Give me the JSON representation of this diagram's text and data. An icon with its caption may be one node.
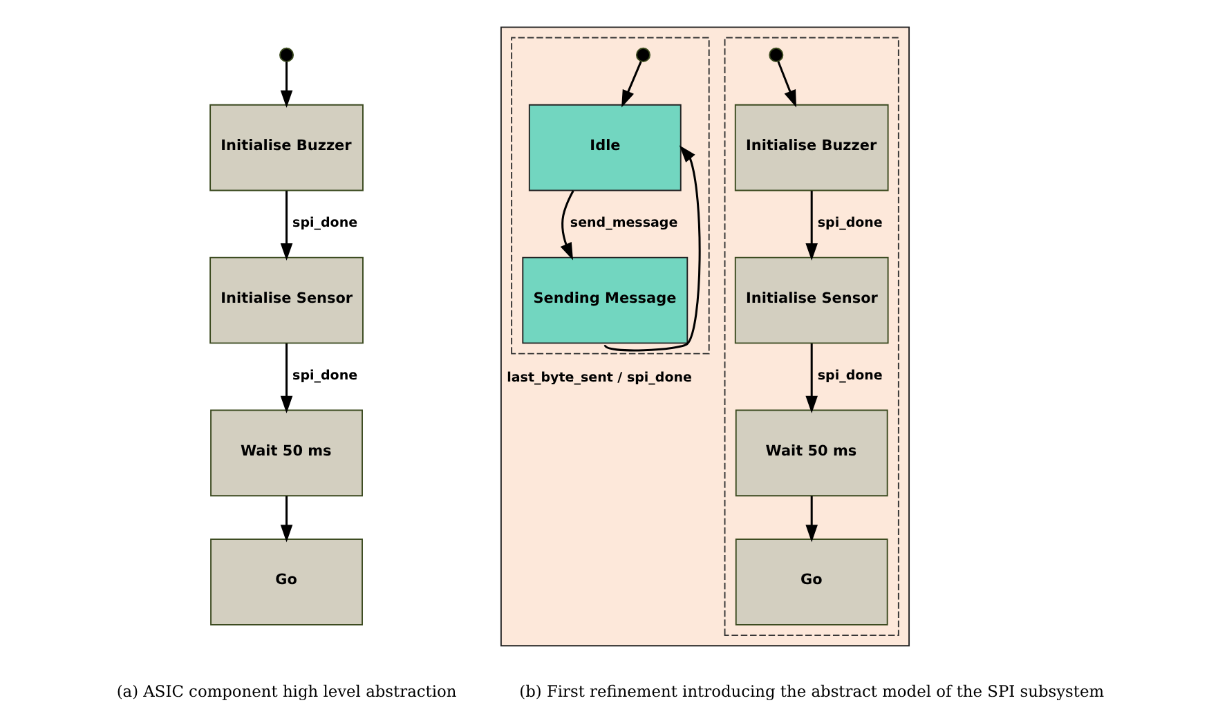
{
  "diagram": {
    "nodes": [
      {
        "text": [],
        "shape": "circle"
      },
      {
        "text": [
          "Initialise Buzzer"
        ]
      },
      {
        "text": [
          "Initialise Sensor"
        ]
      },
      {
        "text": [
          "Wait 50 ms"
        ]
      },
      {
        "text": [
          "Go"
        ]
      },
      {
        "text": [],
        "shape": "box"
      },
      {
        "text": [],
        "shape": "box",
        "in": 5
      },
      {
        "text": [],
        "shape": "box",
        "in": 5
      },
      {
        "text": [],
        "shape": "circle",
        "in": 6
      },
      {
        "text": [
          "Initialise Buzzer"
        ],
        "in": 6
      },
      {
        "text": [
          "Initialise Sensor"
        ],
        "in": 6
      },
      {
        "text": [
          "Wait 50 ms"
        ],
        "in": 6
      },
      {
        "text": [
          "Go"
        ],
        "in": 6
      },
      {
        "text": [],
        "shape": "circle",
        "in": 7
      },
      {
        "text": [
          "Idle"
        ],
        "in": 7
      },
      {
        "text": [
          "Sending Message"
        ],
        "in": 7
      }
    ],
    "edges": [
      {
        "from": 0,
        "to": 1,
        "arrow": "to"
      },
      {
        "from": 1,
        "to": 2,
        "arrow": "to",
        "label": "spi_done"
      },
      {
        "from": 2,
        "to": 3,
        "arrow": "to",
        "label": "spi_done"
      },
      {
        "from": 3,
        "to": 4,
        "arrow": "to"
      },
      {
        "from": 8,
        "to": 9,
        "arrow": "to"
      },
      {
        "from": 9,
        "to": 10,
        "arrow": "to",
        "label": "spi_done"
      },
      {
        "from": 10,
        "to": 11,
        "arrow": "to",
        "label": "spi_done"
      },
      {
        "from": 11,
        "to": 12,
        "arrow": "to"
      },
      {
        "from": 13,
        "to": 14,
        "arrow": "to"
      },
      {
        "from": 14,
        "to": 15,
        "arrow": "to",
        "label": "send_message"
      },
      {
        "from": 15,
        "to": 14,
        "arrow": "to",
        "label": "last_byte_sent / spi_done"
      }
    ],
    "labels": [
      "(a) ASIC component high level abstraction",
      "(b) First refinement introducing the abstract model of the SPI subsystem"
    ]
  }
}
